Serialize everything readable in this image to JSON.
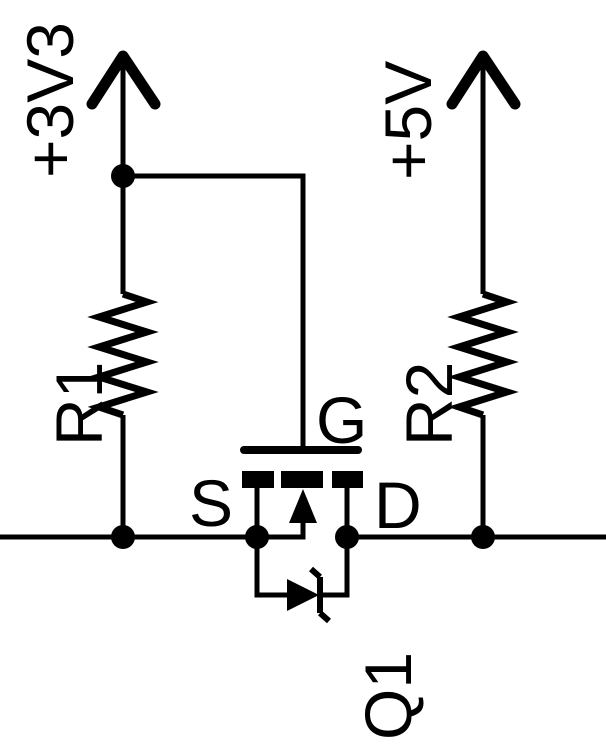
{
  "colors": {
    "ink": "#000000",
    "background": "#ffffff"
  },
  "schematic": {
    "power_nets": [
      {
        "label": "+3V3"
      },
      {
        "label": "+5V"
      }
    ],
    "components": [
      {
        "ref": "R1",
        "kind": "resistor"
      },
      {
        "ref": "R2",
        "kind": "resistor"
      },
      {
        "ref": "Q1",
        "kind": "n-channel-mosfet-with-body-diode"
      }
    ],
    "pins": [
      {
        "label": "G"
      },
      {
        "label": "S"
      },
      {
        "label": "D"
      }
    ]
  }
}
